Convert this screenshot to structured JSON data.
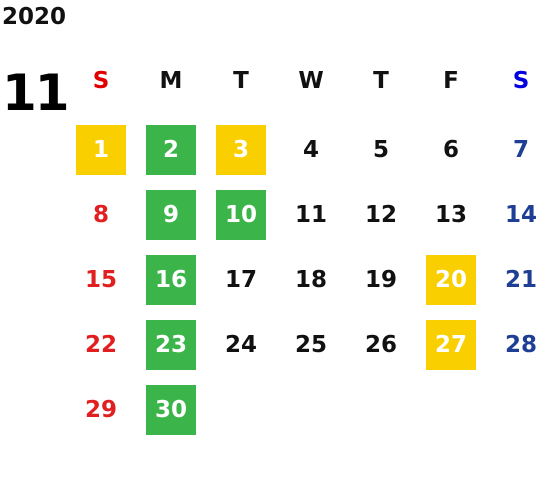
{
  "year": "2020",
  "month": "11",
  "weekdays": [
    "S",
    "M",
    "T",
    "W",
    "T",
    "F",
    "S"
  ],
  "colors": {
    "sunday": "#e02020",
    "saturday": "#1e3f94",
    "highlight_green": "#3bb54a",
    "highlight_yellow": "#f9cf00"
  },
  "weeks": [
    [
      {
        "d": "1",
        "h": "yellow"
      },
      {
        "d": "2",
        "h": "green"
      },
      {
        "d": "3",
        "h": "yellow"
      },
      {
        "d": "4"
      },
      {
        "d": "5"
      },
      {
        "d": "6"
      },
      {
        "d": "7"
      }
    ],
    [
      {
        "d": "8"
      },
      {
        "d": "9",
        "h": "green"
      },
      {
        "d": "10",
        "h": "green"
      },
      {
        "d": "11"
      },
      {
        "d": "12"
      },
      {
        "d": "13"
      },
      {
        "d": "14"
      }
    ],
    [
      {
        "d": "15"
      },
      {
        "d": "16",
        "h": "green"
      },
      {
        "d": "17"
      },
      {
        "d": "18"
      },
      {
        "d": "19"
      },
      {
        "d": "20",
        "h": "yellow"
      },
      {
        "d": "21"
      }
    ],
    [
      {
        "d": "22"
      },
      {
        "d": "23",
        "h": "green"
      },
      {
        "d": "24"
      },
      {
        "d": "25"
      },
      {
        "d": "26"
      },
      {
        "d": "27",
        "h": "yellow"
      },
      {
        "d": "28"
      }
    ],
    [
      {
        "d": "29"
      },
      {
        "d": "30",
        "h": "green"
      }
    ]
  ]
}
